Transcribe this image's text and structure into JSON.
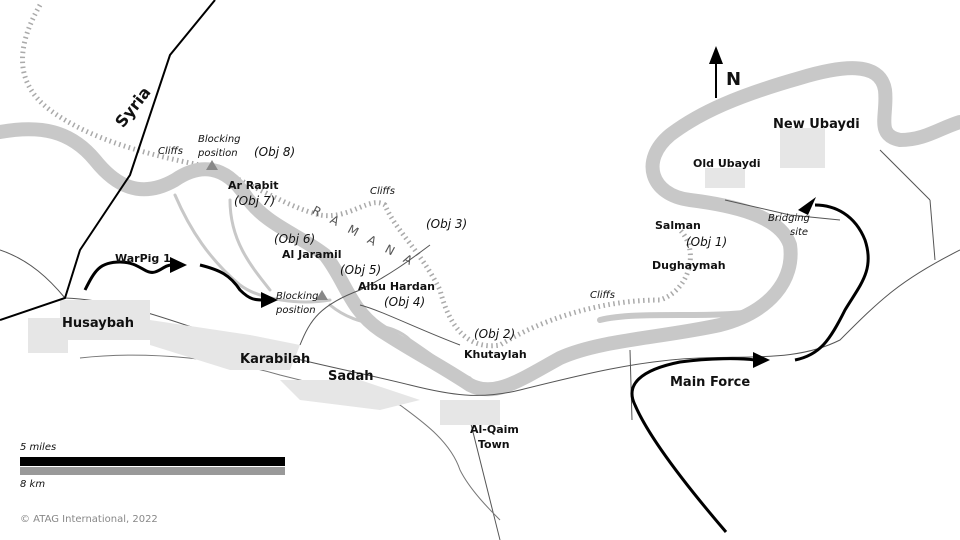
{
  "map": {
    "north_label": "N",
    "country": "Syria",
    "region": "R A M A N A",
    "places": {
      "husaybah": "Husaybah",
      "karabilah": "Karabilah",
      "sadah": "Sadah",
      "al_qaim_1": "Al-Qaim",
      "al_qaim_2": "Town",
      "khutaylah": "Khutaylah",
      "albu_hardan": "Albu Hardan",
      "al_jaramil": "Al Jaramil",
      "ar_rabit": "Ar Rabit",
      "dughaymah": "Dughaymah",
      "salman": "Salman",
      "old_ubaydi": "Old Ubaydi",
      "new_ubaydi": "New Ubaydi"
    },
    "objectives": {
      "obj1": "(Obj 1)",
      "obj2": "(Obj 2)",
      "obj3": "(Obj 3)",
      "obj4": "(Obj 4)",
      "obj5": "(Obj 5)",
      "obj6": "(Obj 6)",
      "obj7": "(Obj 7)",
      "obj8": "(Obj 8)"
    },
    "features": {
      "cliffs": "Cliffs",
      "blocking_1": "Blocking",
      "blocking_2": "position",
      "bridging_1": "Bridging",
      "bridging_2": "site"
    },
    "forces": {
      "warpig": "WarPig 1",
      "main": "Main Force"
    },
    "scale": {
      "miles": "5 miles",
      "km": "8 km"
    },
    "copyright": "© ATAG International, 2022",
    "colors": {
      "river": "#c8c8c8",
      "road": "#555555",
      "arrow": "#000000",
      "km_bar": "#999999"
    }
  }
}
